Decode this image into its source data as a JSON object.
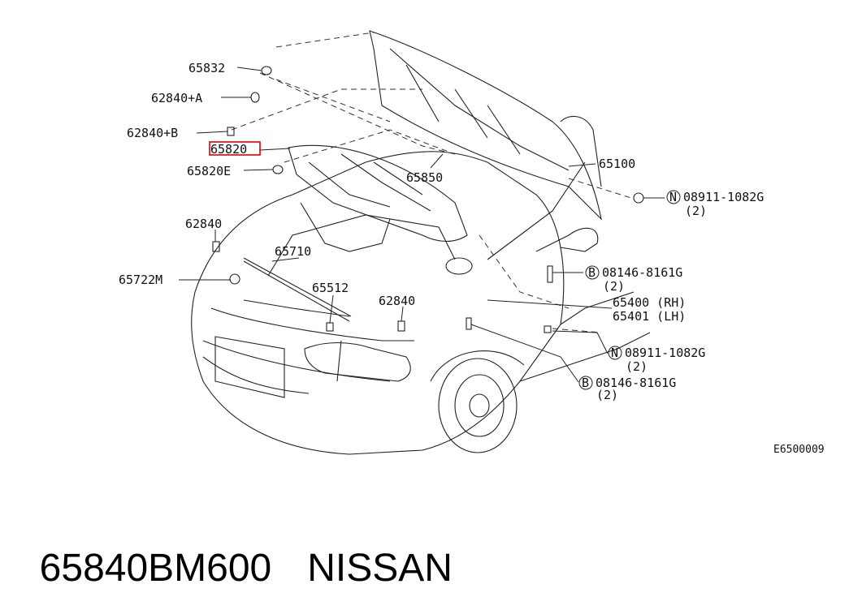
{
  "diagram": {
    "callouts": [
      {
        "part": "65832"
      },
      {
        "part": "62840+A"
      },
      {
        "part": "62840+B"
      },
      {
        "part": "65820",
        "highlight_color": "#e00000"
      },
      {
        "part": "65820E"
      },
      {
        "part": "65850"
      },
      {
        "part": "65100"
      },
      {
        "part": "08911-1082G",
        "marker": "N",
        "qty": "(2)"
      },
      {
        "part": "62840"
      },
      {
        "part": "65710"
      },
      {
        "part": "65722M"
      },
      {
        "part": "65512"
      },
      {
        "part": "08146-8161G",
        "marker": "B",
        "qty": "(2)"
      },
      {
        "part": "62840"
      },
      {
        "part": "65400 (RH)"
      },
      {
        "part": "65401 (LH)"
      },
      {
        "part": "08911-1082G",
        "marker": "N",
        "qty": "(2)"
      },
      {
        "part": "08146-8161G",
        "marker": "B",
        "qty": "(2)"
      }
    ],
    "diagram_code": "E6500009"
  },
  "caption": {
    "part_number": "65840BM600",
    "brand": "NISSAN"
  }
}
